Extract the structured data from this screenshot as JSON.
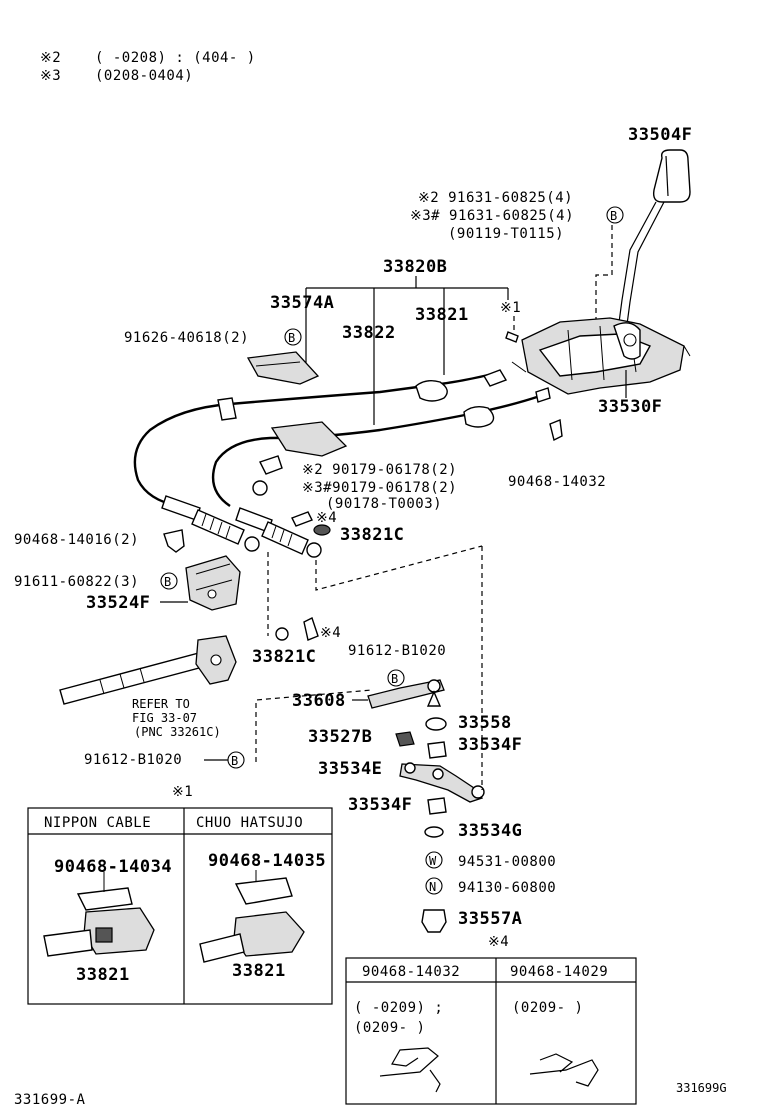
{
  "legend": {
    "mark2": "※2",
    "mark3": "※3",
    "line2_range": "(      -0208) : (404-      )",
    "line3_range": "(0208-0404)"
  },
  "parts": {
    "p33504F": "33504F",
    "p2_91631": "※2 91631-60825(4)",
    "p3_91631": "※3# 91631-60825(4)",
    "p90119": "(90119-T0115)",
    "p33820B": "33820B",
    "p33574A": "33574A",
    "p33821": "33821",
    "p33822": "33822",
    "p91626": "91626-40618(2)",
    "mark1_top": "※1",
    "p33530F": "33530F",
    "p90468_14032": "90468-14032",
    "p2_90179": "※2 90179-06178(2)",
    "p3_90179": "※3#90179-06178(2)",
    "p90178": "(90178-T0003)",
    "mark4_a": "※4",
    "p33821C_a": "33821C",
    "p90468_14016": "90468-14016(2)",
    "p91611": "91611-60822(3)",
    "p33524F": "33524F",
    "mark4_b": "※4",
    "p33821C_b": "33821C",
    "p91612_a": "91612-B1020",
    "refer1": "REFER TO",
    "refer2": "FIG 33-07",
    "refer3": "(PNC 33261C)",
    "p33608": "33608",
    "p33558": "33558",
    "p33527B": "33527B",
    "p33534F_a": "33534F",
    "p91612_b": "91612-B1020",
    "p33534E": "33534E",
    "p33534F_b": "33534F",
    "p33534G": "33534G",
    "p94531": "94531-00800",
    "p94130": "94130-60800",
    "p33557A": "33557A",
    "mark1_box": "※1",
    "mark4_box": "※4",
    "code_left": "331699-A",
    "code_right": "331699G"
  },
  "callouts": {
    "B": "B",
    "W": "W",
    "N": "N"
  },
  "box1": {
    "col1_header": "NIPPON CABLE",
    "col2_header": "CHUO HATSUJO",
    "col1_part": "90468-14034",
    "col2_part": "90468-14035",
    "col1_bottom": "33821",
    "col2_bottom": "33821"
  },
  "box4": {
    "col1_header": "90468-14032",
    "col2_header": "90468-14029",
    "col1_range1": "(      -0209) ;",
    "col1_range2": "(0209-      )",
    "col2_range1": "(0209-      )"
  }
}
